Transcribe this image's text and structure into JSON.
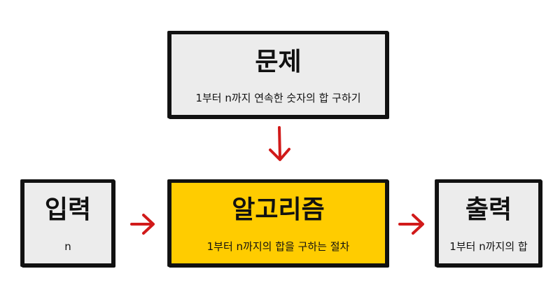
{
  "problem": {
    "title": "문제",
    "description": "1부터 n까지 연속한 숫자의 합 구하기"
  },
  "algorithm": {
    "title": "알고리즘",
    "description": "1부터 n까지의 합을 구하는 절차"
  },
  "input": {
    "title": "입력",
    "description": "n"
  },
  "output": {
    "title": "출력",
    "description": "1부터 n까지의 합"
  },
  "colors": {
    "box_fill": "#ececec",
    "algorithm_fill": "#ffcc00",
    "border": "#111111",
    "arrow": "#d11a1a"
  }
}
